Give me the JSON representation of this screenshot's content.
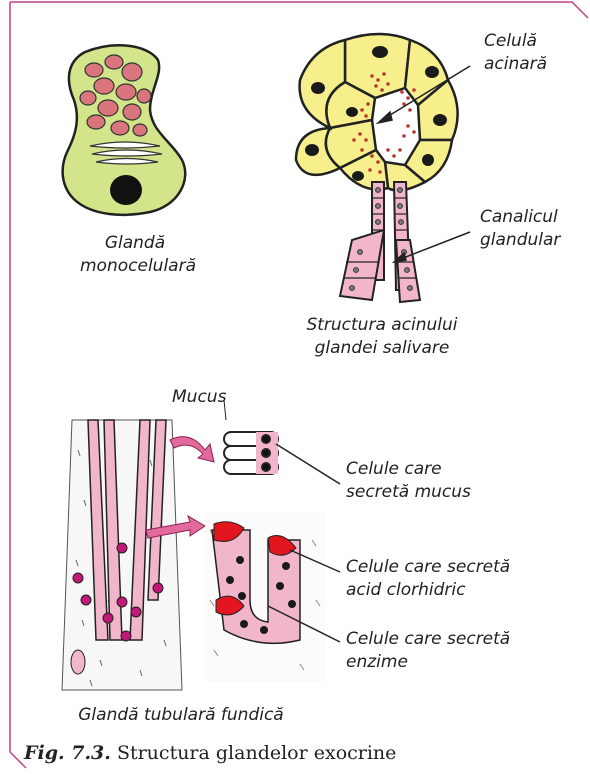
{
  "labels": {
    "gland_mono_line1": "Glandă",
    "gland_mono_line2": "monocelulară",
    "acinar_cell_line1": "Celulă",
    "acinar_cell_line2": "acinară",
    "canal_line1": "Canalicul",
    "canal_line2": "glandular",
    "acinus_line1": "Structura acinului",
    "acinus_line2": "glandei salivare",
    "mucus": "Mucus",
    "mucus_cells_line1": "Celule care",
    "mucus_cells_line2": "secretă mucus",
    "hcl_cells_line1": "Celule care secretă",
    "hcl_cells_line2": "acid clorhidric",
    "enzyme_cells_line1": "Celule care secretă",
    "enzyme_cells_line2": "enzime",
    "tubular_gland": "Glandă tubulară fundică"
  },
  "caption": {
    "number": "Fig. 7.3.",
    "text": "Structura glandelor exocrine"
  },
  "colors": {
    "frame": "#c2418a",
    "yellow_cell": "#f6ef8c",
    "green_cell": "#d3e58a",
    "granule": "#d9757c",
    "pink_cell": "#f2b6cc",
    "red_cell": "#e3151e",
    "magenta_nucleus": "#c2187a",
    "nucleus": "#1a1a1a"
  }
}
